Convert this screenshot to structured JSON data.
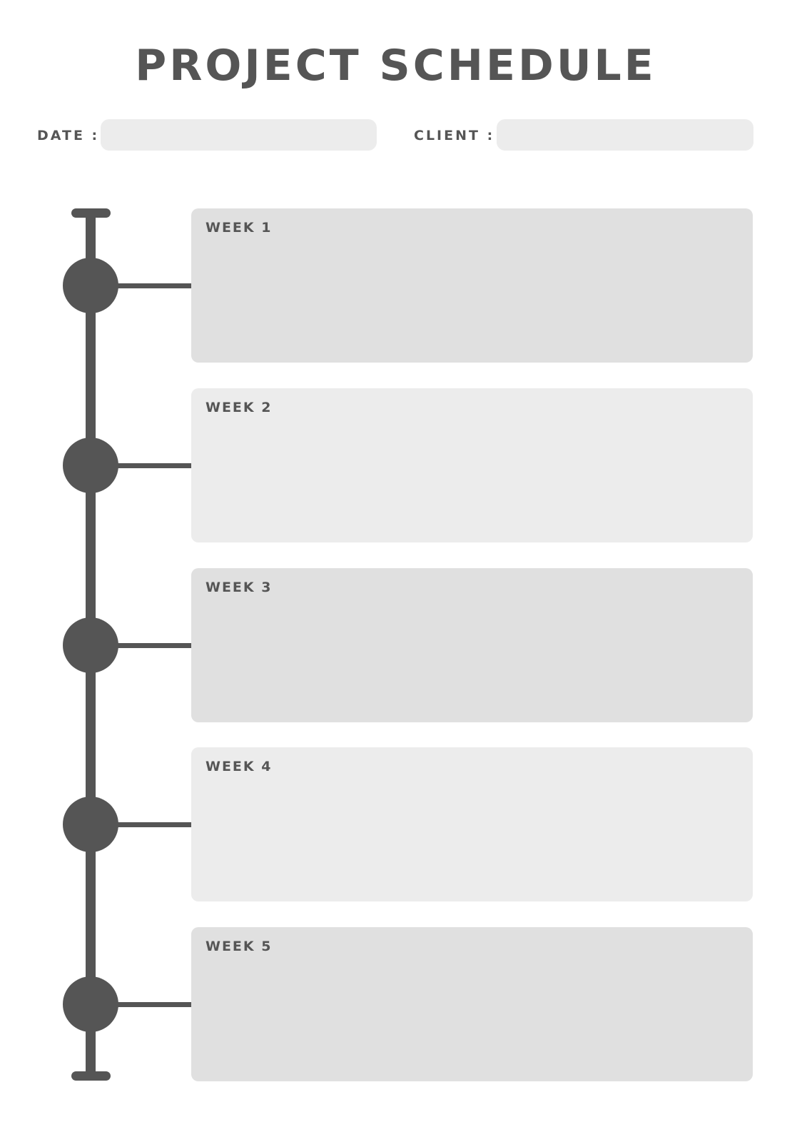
{
  "header": {
    "title": "PROJECT SCHEDULE"
  },
  "fields": {
    "date": {
      "label": "DATE :",
      "value": ""
    },
    "client": {
      "label": "CLIENT :",
      "value": ""
    }
  },
  "weeks": [
    {
      "label": "WEEK 1",
      "content": "",
      "color": "#e0e0e0"
    },
    {
      "label": "WEEK 2",
      "content": "",
      "color": "#ececec"
    },
    {
      "label": "WEEK 3",
      "content": "",
      "color": "#e0e0e0"
    },
    {
      "label": "WEEK 4",
      "content": "",
      "color": "#ececec"
    },
    {
      "label": "WEEK 5",
      "content": "",
      "color": "#e0e0e0"
    }
  ],
  "colors": {
    "text": "#555555",
    "timeline": "#555555",
    "field_bg": "#ececec",
    "box_dark": "#e0e0e0",
    "box_light": "#ececec"
  }
}
